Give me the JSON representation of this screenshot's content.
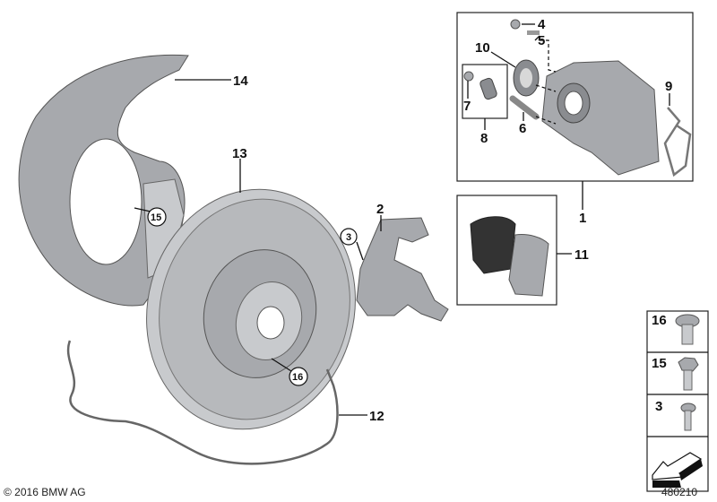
{
  "diagram": {
    "callouts": {
      "p1": "1",
      "p2": "2",
      "p3": "3",
      "p4": "4",
      "p5": "5",
      "p6": "6",
      "p7": "7",
      "p8": "8",
      "p9": "9",
      "p10": "10",
      "p11": "11",
      "p12": "12",
      "p13": "13",
      "p14": "14",
      "p15": "15",
      "p16": "16"
    },
    "small_parts": [
      {
        "label": "16",
        "icon": "flange-bolt-icon"
      },
      {
        "label": "15",
        "icon": "hex-bolt-icon"
      },
      {
        "label": "3",
        "icon": "screw-icon"
      }
    ],
    "nav_arrow_icon": "arrow-left-down-icon",
    "copyright": "© 2016 BMW AG",
    "diagram_number": "480210"
  }
}
